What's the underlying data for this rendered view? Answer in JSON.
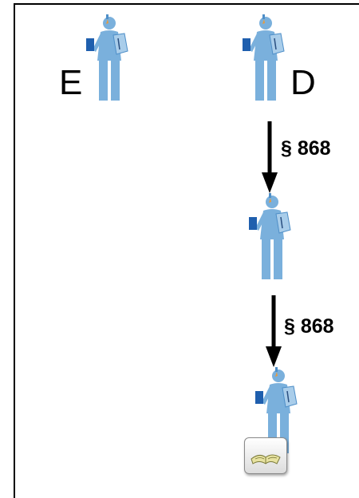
{
  "persons": {
    "e_label": "E",
    "d_label": "D"
  },
  "transfers": [
    {
      "label": "§ 868"
    },
    {
      "label": "§ 868"
    }
  ],
  "colors": {
    "figure": "#7ab0dc",
    "figure_dark": "#4f8fc8",
    "book": "#1f5fae",
    "accent": "#e89a3c",
    "arrow": "#000000"
  },
  "icons": [
    "person-icon",
    "book-icon",
    "open-book-icon",
    "down-arrow-icon"
  ]
}
